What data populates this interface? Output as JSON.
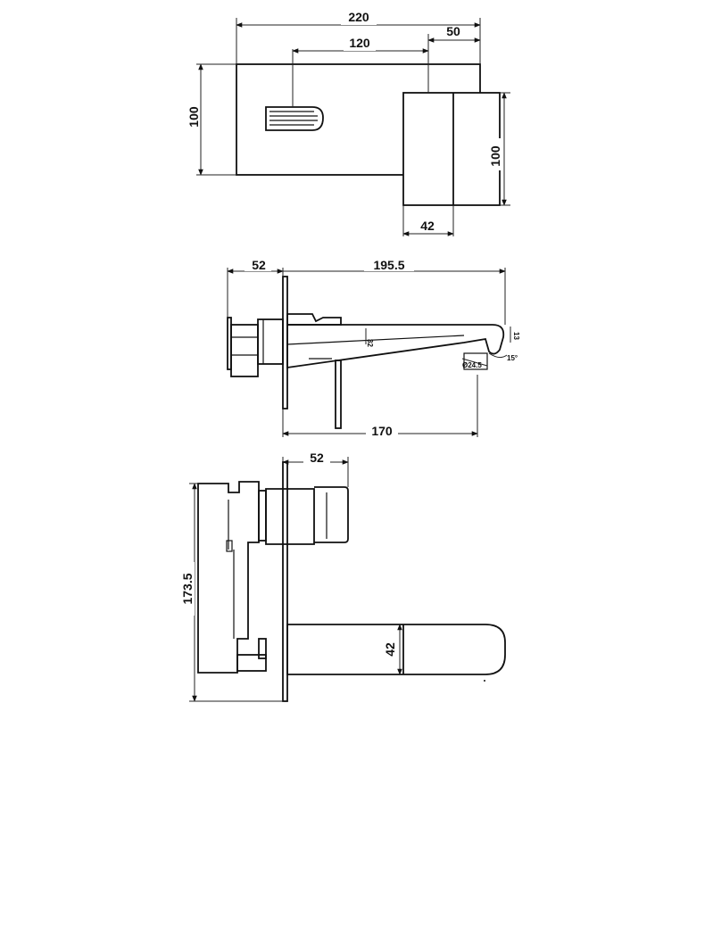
{
  "views": {
    "front": {
      "dims": {
        "overall_width": "220",
        "handle_offset": "120",
        "spout_offset": "50",
        "plate_height": "100",
        "spout_height": "100",
        "spout_width": "42"
      }
    },
    "side": {
      "dims": {
        "body_depth": "52",
        "spout_length": "195.5",
        "plate_to_tip": "170",
        "small_a": "32",
        "small_b": "13",
        "small_c": "Ø24.5",
        "small_d": "15°"
      }
    },
    "top": {
      "dims": {
        "handle_depth": "52",
        "body_height": "173.5",
        "spout_width": "42"
      }
    }
  }
}
